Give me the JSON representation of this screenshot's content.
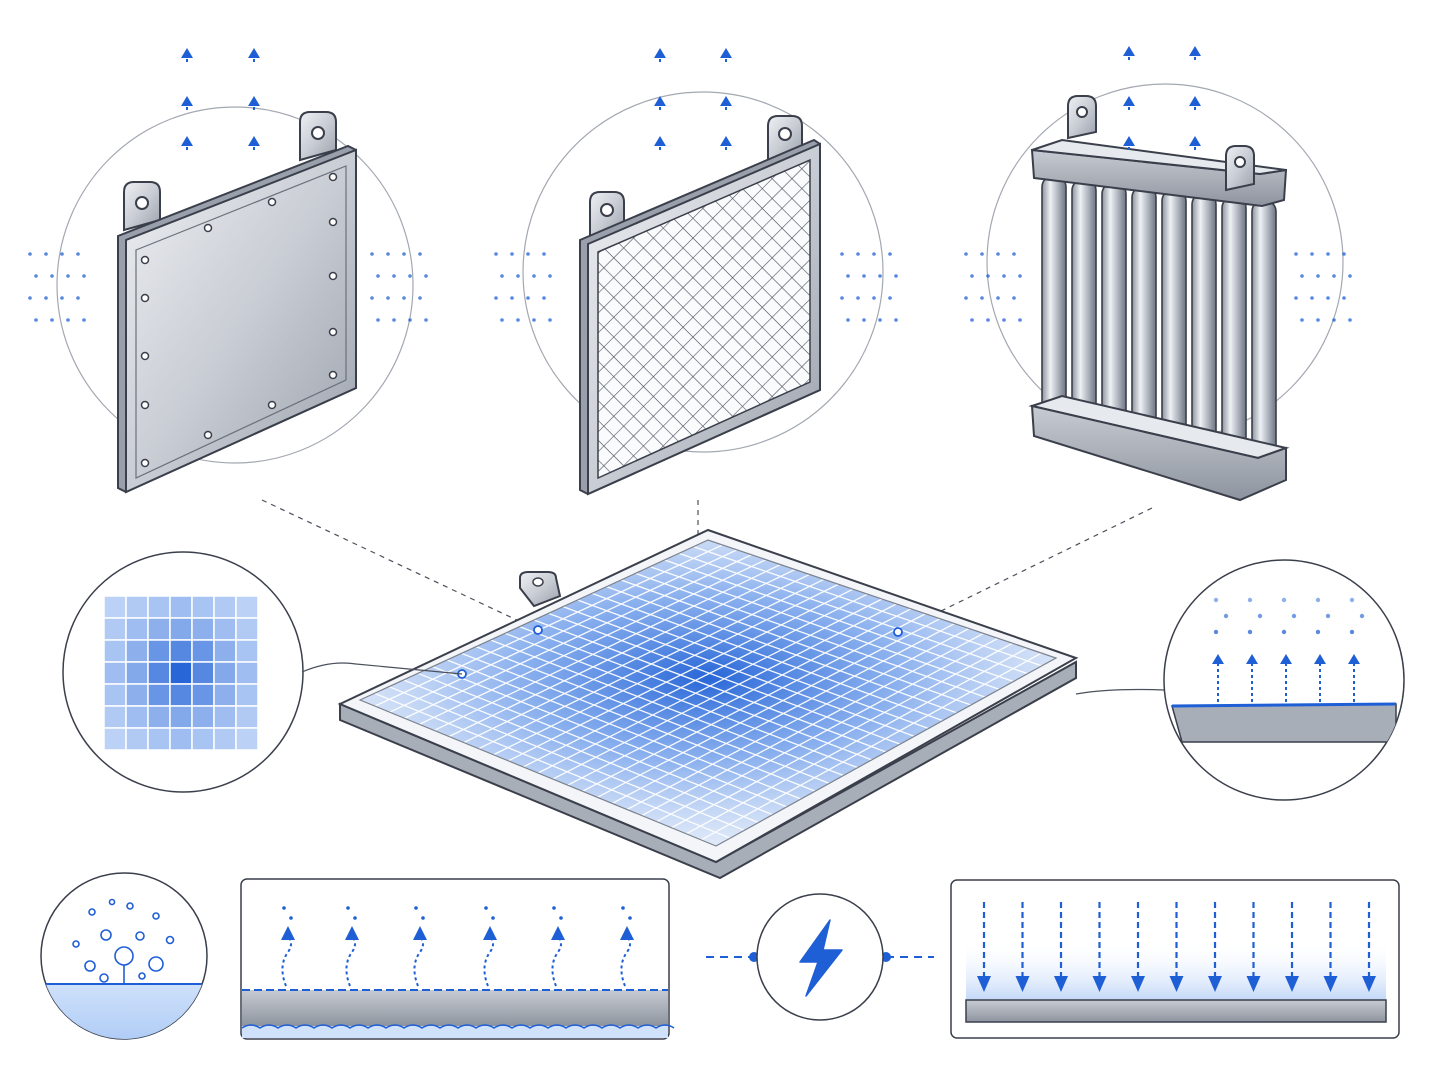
{
  "colors": {
    "accent_blue": "#1f5fd6",
    "light_blue": "#cfe0fb",
    "mid_blue": "#6f9be8",
    "metal_light": "#e4e7ec",
    "metal_mid": "#b7bcc6",
    "metal_dark": "#7c828e",
    "outline": "#3a3f4b",
    "guide_gray": "#9aa0aa"
  },
  "icons": {
    "flat_plate": "flat-plate-electrode-icon",
    "mesh_plate": "mesh-electrode-icon",
    "rod_array": "rod-array-electrode-icon",
    "central_plate": "gridded-electrode-plate-icon",
    "pixel_zoom": "current-density-grid-icon",
    "surface_gas": "gas-release-surface-icon",
    "bubbles": "bubble-nucleation-icon",
    "side_section": "gas-evolution-cross-section-icon",
    "power": "lightning-bolt-icon",
    "deposition": "downward-flux-cross-section-icon"
  },
  "pixel_grid": {
    "rows": 7,
    "cols": 7,
    "intensity": [
      [
        0.15,
        0.2,
        0.25,
        0.3,
        0.25,
        0.2,
        0.15
      ],
      [
        0.2,
        0.3,
        0.4,
        0.45,
        0.4,
        0.3,
        0.2
      ],
      [
        0.25,
        0.4,
        0.6,
        0.7,
        0.6,
        0.4,
        0.25
      ],
      [
        0.3,
        0.45,
        0.7,
        0.95,
        0.7,
        0.45,
        0.3
      ],
      [
        0.25,
        0.4,
        0.6,
        0.7,
        0.6,
        0.4,
        0.25
      ],
      [
        0.2,
        0.3,
        0.4,
        0.45,
        0.4,
        0.3,
        0.2
      ],
      [
        0.15,
        0.2,
        0.25,
        0.3,
        0.25,
        0.2,
        0.15
      ]
    ]
  }
}
